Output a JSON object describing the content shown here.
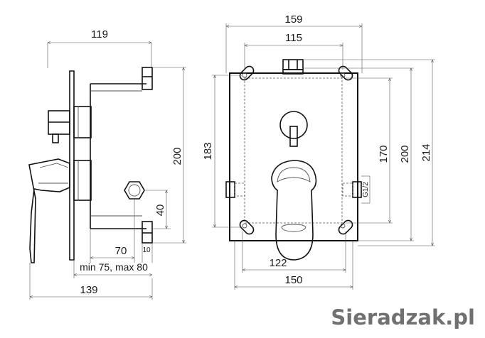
{
  "side_view": {
    "dim_top_width": "119",
    "dim_height": "200",
    "dim_outlet_height": "40",
    "dim_outlet_offset": "70",
    "dim_plate_gap": "10",
    "dim_install_depth": "min 75, max 80",
    "dim_total_depth": "139"
  },
  "front_view": {
    "dim_outer_width": "159",
    "dim_inner_width": "115",
    "dim_mount_height": "183",
    "dim_height_170": "170",
    "dim_height_200": "200",
    "dim_height_214": "214",
    "dim_thread": "G1/2",
    "dim_bottom_inner": "122",
    "dim_bottom_outer": "150"
  },
  "watermark": "Sieradzak.pl"
}
